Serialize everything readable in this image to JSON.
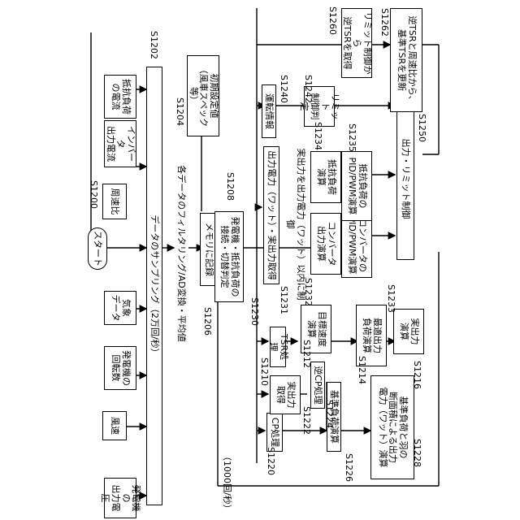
{
  "nodes": {
    "start": "スタート",
    "gen_voltage": [
      "発電機の",
      "出力電圧"
    ],
    "wind_speed": "風速",
    "gen_rpm": [
      "発電機の",
      "回転数"
    ],
    "weather": [
      "気象",
      "データ"
    ],
    "speed_ratio": "周速比",
    "inverter_current": [
      "インバータ",
      "出力電流"
    ],
    "load_current": [
      "抵抗負荷",
      "の電流"
    ],
    "sampling": "データのサンプリング（2万回/秒）",
    "filtering": "各データのフィルタリング/AD変換・平均値",
    "initial_settings": [
      "初期設定値",
      "（風車スペック等）"
    ],
    "memory": "メモリに記録",
    "connect_judge": [
      "発電機・抵抗負荷の",
      "接続・切替判定"
    ],
    "cp_process": "CP処理",
    "actual_output": [
      "実出力",
      "取得"
    ],
    "inverse_cp": "逆CP処理",
    "base_load": "基準負荷演算",
    "base_load_blade": [
      "基準負荷と羽の",
      "断面積による出力",
      "電力（ワット）演算"
    ],
    "tsr_process": "TSR処理",
    "target_speed": [
      "目標速度",
      "演算"
    ],
    "optimal_output": [
      "最適出力",
      "負荷演算"
    ],
    "actual_output_calc": [
      "実出力",
      "演算"
    ],
    "output_power_get": "出力電力（ワット）・実出力取得",
    "control_within": "実出力を出力電力（ワット）以内に制御",
    "converter_calc": [
      "コンバータ",
      "出力演算"
    ],
    "converter_pid": [
      "コンバータの",
      "PID/PWM演算"
    ],
    "load_calc": [
      "抵抗負荷",
      "演算"
    ],
    "load_pid": [
      "抵抗負荷の",
      "PID/PWM演算"
    ],
    "operation_info": "運転情報",
    "limit_judge": [
      "リミット",
      "制御判定"
    ],
    "output_limit": "出力・リミット制御",
    "limit_inverse_tsr": [
      "リミット制御から",
      "逆TSRを取得"
    ],
    "update_tsr": [
      "逆TSRと周速比から、",
      "基準TSRを更新"
    ]
  },
  "labels": {
    "S1200": "S1200",
    "S1202": "S1202",
    "S1204": "S1204",
    "S1206": "S1206",
    "S1208": "S1208",
    "S1210": "S1210",
    "S1212": "S1212",
    "S1214": "S1214",
    "S1216": "S1216",
    "S1220": "S1220",
    "S1222": "S1222",
    "S1224": "S1224",
    "S1226": "S1226",
    "S1228": "S1228",
    "S1230": "S1230",
    "S1231": "S1231",
    "S1232": "S1232",
    "S1233": "S1233",
    "S1234": "S1234",
    "S1235": "S1235",
    "S1240": "S1240",
    "S1242": "S1242",
    "S1250": "S1250",
    "S1260": "S1260",
    "S1262": "S1262",
    "loop_rate": "（1000回/秒）"
  }
}
